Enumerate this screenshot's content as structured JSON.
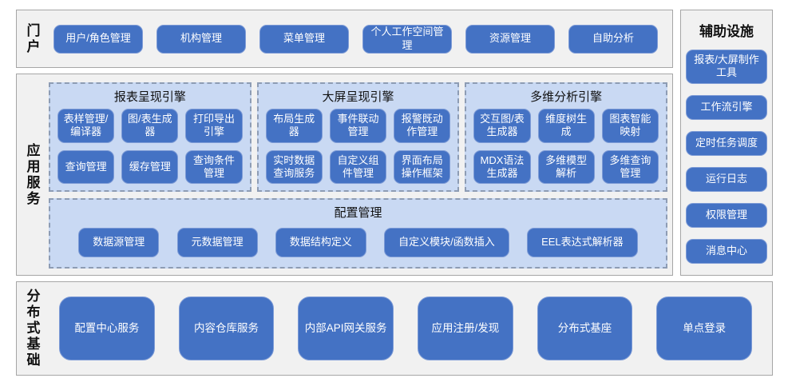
{
  "colors": {
    "button_fill": "#4472c4",
    "button_border": "#7d9bd6",
    "button_text": "#ffffff",
    "group_background": "#c9d9f3",
    "group_dash_border": "#8d9cb4",
    "section_background": "#f1f1f1",
    "section_border": "#a6a6a6"
  },
  "portal": {
    "label": "门户",
    "buttons": [
      "用户/角色管理",
      "机构管理",
      "菜单管理",
      "个人工作空间管理",
      "资源管理",
      "自助分析"
    ]
  },
  "app_services": {
    "label": "应用服务",
    "groups": [
      {
        "title": "报表呈现引擎",
        "buttons": [
          "表样管理/编译器",
          "图/表生成器",
          "打印导出引擎",
          "查询管理",
          "缓存管理",
          "查询条件管理"
        ]
      },
      {
        "title": "大屏呈现引擎",
        "buttons": [
          "布局生成器",
          "事件联动管理",
          "报警既动作管理",
          "实时数据查询服务",
          "自定义组件管理",
          "界面布局操作框架"
        ]
      },
      {
        "title": "多维分析引擎",
        "buttons": [
          "交互图/表生成器",
          "维度树生成",
          "图表智能映射",
          "MDX语法生成器",
          "多维模型解析",
          "多维查询管理"
        ]
      }
    ],
    "config_group": {
      "title": "配置管理",
      "buttons": [
        "数据源管理",
        "元数据管理",
        "数据结构定义",
        "自定义模块/函数插入",
        "EEL表达式解析器"
      ]
    }
  },
  "auxiliary": {
    "label": "辅助设施",
    "buttons": [
      "报表/大屏制作工具",
      "工作流引擎",
      "定时任务调度",
      "运行日志",
      "权限管理",
      "消息中心"
    ]
  },
  "distributed": {
    "label": "分布式基础",
    "buttons": [
      "配置中心服务",
      "内容仓库服务",
      "内部API网关服务",
      "应用注册/发现",
      "分布式基座",
      "单点登录"
    ]
  }
}
